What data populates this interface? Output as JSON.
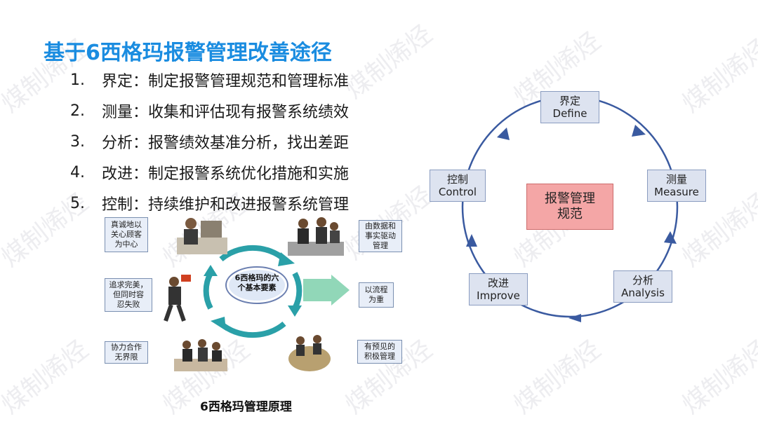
{
  "title": "基于6西格玛报警管理改善途径",
  "steps": [
    {
      "num": "1.",
      "text": "界定：制定报警管理规范和管理标准"
    },
    {
      "num": "2.",
      "text": "测量：收集和评估现有报警系统绩效"
    },
    {
      "num": "3.",
      "text": "分析：报警绩效基准分析，找出差距"
    },
    {
      "num": "4.",
      "text": "改进：制定报警系统优化措施和实施"
    },
    {
      "num": "5.",
      "text": "控制：持续维护和改进报警系统管理"
    }
  ],
  "six_sigma": {
    "center_line1": "6西格玛的六",
    "center_line2": "个基本要素",
    "caption": "6西格玛管理原理",
    "elements": [
      {
        "l1": "真诚地以",
        "l2": "关心顾客",
        "l3": "为中心"
      },
      {
        "l1": "由数据和",
        "l2": "事实驱动",
        "l3": "管理"
      },
      {
        "l1": "追求完美，",
        "l2": "但同时容",
        "l3": "忍失败"
      },
      {
        "l1": "以流程",
        "l2": "为重",
        "l3": ""
      },
      {
        "l1": "协力合作",
        "l2": "无界限",
        "l3": ""
      },
      {
        "l1": "有预见的",
        "l2": "积极管理",
        "l3": ""
      }
    ]
  },
  "cycle": {
    "center_l1": "报警管理",
    "center_l2": "规范",
    "stages": [
      {
        "cn": "界定",
        "en": "Define"
      },
      {
        "cn": "测量",
        "en": "Measure"
      },
      {
        "cn": "分析",
        "en": "Analysis"
      },
      {
        "cn": "改进",
        "en": "Improve"
      },
      {
        "cn": "控制",
        "en": "Control"
      }
    ]
  },
  "watermark": "煤制烯烃",
  "colors": {
    "title": "#1a8ce0",
    "cycle_line": "#3a5aa0",
    "center_box": "#f4a6a6",
    "sigma_ring": "#2aa0a8"
  }
}
